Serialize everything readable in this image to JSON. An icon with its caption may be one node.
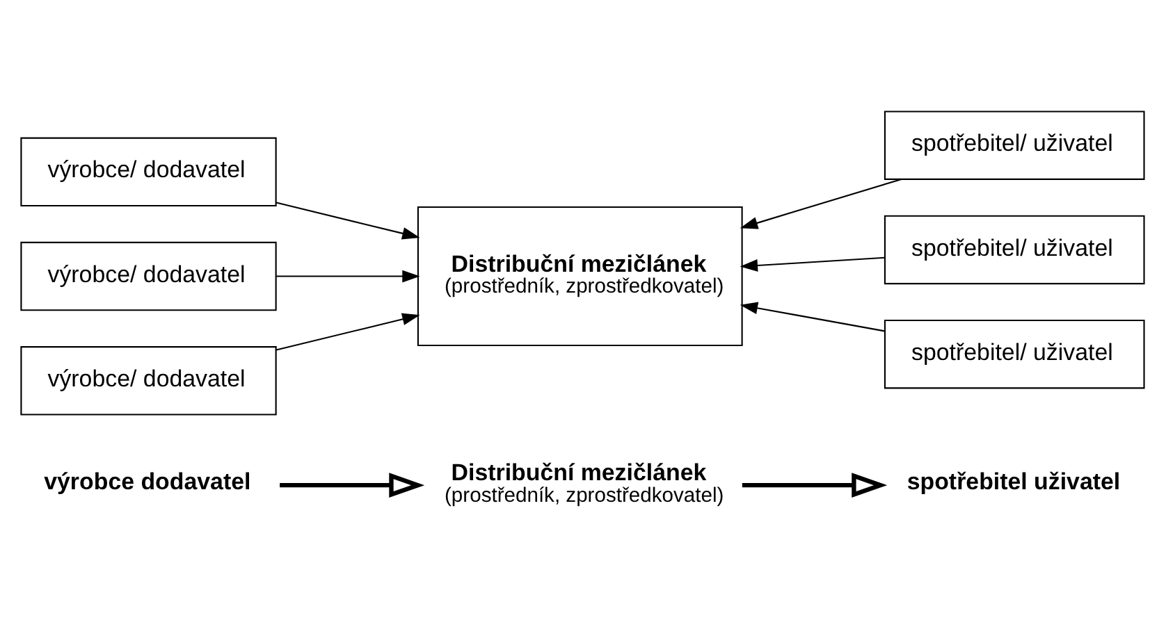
{
  "diagram": {
    "nodes": [
      {
        "text": [
          "výrobce dodavatel"
        ]
      },
      {
        "text": [
          "Distribuční mezičlánek",
          "(prostředník, zprostředkovatel)"
        ]
      },
      {
        "text": [
          "spotřebitel uživatel"
        ]
      },
      {
        "text": [
          "výrobce/ dodavatel"
        ]
      },
      {
        "text": [
          "výrobce/ dodavatel"
        ]
      },
      {
        "text": [
          "výrobce/ dodavatel"
        ]
      },
      {
        "text": [
          "Distribuční mezičlánek",
          "(prostředník, zprostředkovatel)"
        ]
      },
      {
        "text": [
          "spotřebitel/ uživatel"
        ]
      },
      {
        "text": [
          "spotřebitel/ uživatel"
        ]
      },
      {
        "text": [
          "spotřebitel/ uživatel"
        ]
      }
    ],
    "edges": [
      {
        "from": 0,
        "to": 1,
        "arrow": "to",
        "style": "thick"
      },
      {
        "from": 1,
        "to": 2,
        "arrow": "to",
        "style": "thick"
      },
      {
        "from": 3,
        "to": 6,
        "arrow": "to"
      },
      {
        "from": 4,
        "to": 6,
        "arrow": "to"
      },
      {
        "from": 5,
        "to": 6,
        "arrow": "to"
      },
      {
        "from": 7,
        "to": 6,
        "arrow": "to"
      },
      {
        "from": 8,
        "to": 6,
        "arrow": "to"
      },
      {
        "from": 9,
        "to": 6,
        "arrow": "to"
      }
    ]
  }
}
